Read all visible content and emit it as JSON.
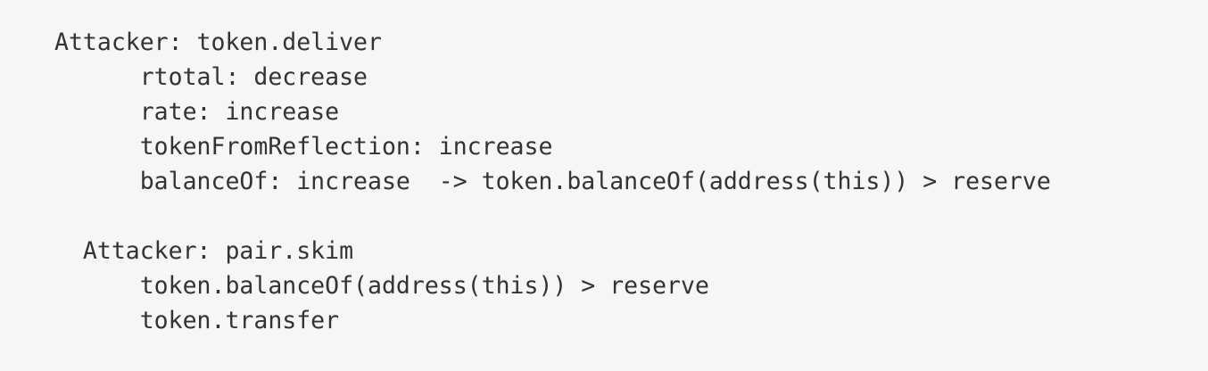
{
  "code_block": {
    "lines": [
      "Attacker: token.deliver",
      "      rtotal: decrease",
      "      rate: increase",
      "      tokenFromReflection: increase",
      "      balanceOf: increase  -> token.balanceOf(address(this)) > reserve",
      "",
      "  Attacker: pair.skim",
      "      token.balanceOf(address(this)) > reserve",
      "      token.transfer"
    ]
  }
}
